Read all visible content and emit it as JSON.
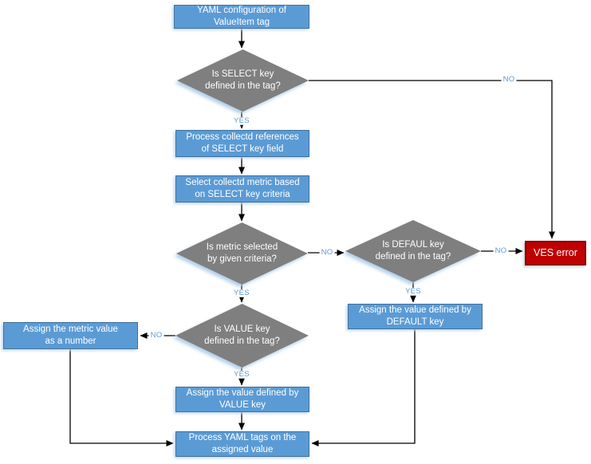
{
  "colors": {
    "process_fill": "#5B9BD5",
    "process_border": "#41719C",
    "decision_fill": "#7F7F7F",
    "error_fill": "#C00000",
    "error_border": "#8B0000",
    "edge_label_color": "#5B9BD5",
    "connector_color": "#000000"
  },
  "nodes": {
    "start": {
      "label": "YAML configuration of\nValueItem tag"
    },
    "select_decision": {
      "label": "Is SELECT key\ndefined in the tag?"
    },
    "process_references": {
      "label": "Process collectd references\nof SELECT key field"
    },
    "select_metric": {
      "label": "Select collectd metric based\non SELECT key criteria"
    },
    "metric_decision": {
      "label": "Is metric selected\nby given criteria?"
    },
    "default_decision": {
      "label": "Is DEFAUL key\ndefined in the tag?"
    },
    "ves_error": {
      "label": "VES error"
    },
    "assign_default": {
      "label": "Assign the value defined by\nDEFAULT key"
    },
    "value_decision": {
      "label": "Is VALUE key\ndefined in the tag?"
    },
    "assign_metric": {
      "label": "Assign the metric value\nas a number"
    },
    "assign_value": {
      "label": "Assign the value defined by\nVALUE key"
    },
    "process_tags": {
      "label": "Process YAML tags on the\nassigned value"
    }
  },
  "edge_labels": {
    "select_yes": "YES",
    "select_no": "NO",
    "metric_yes": "YES",
    "metric_no": "NO",
    "default_yes": "YES",
    "default_no": "NO",
    "value_yes": "YES",
    "value_no": "NO"
  }
}
